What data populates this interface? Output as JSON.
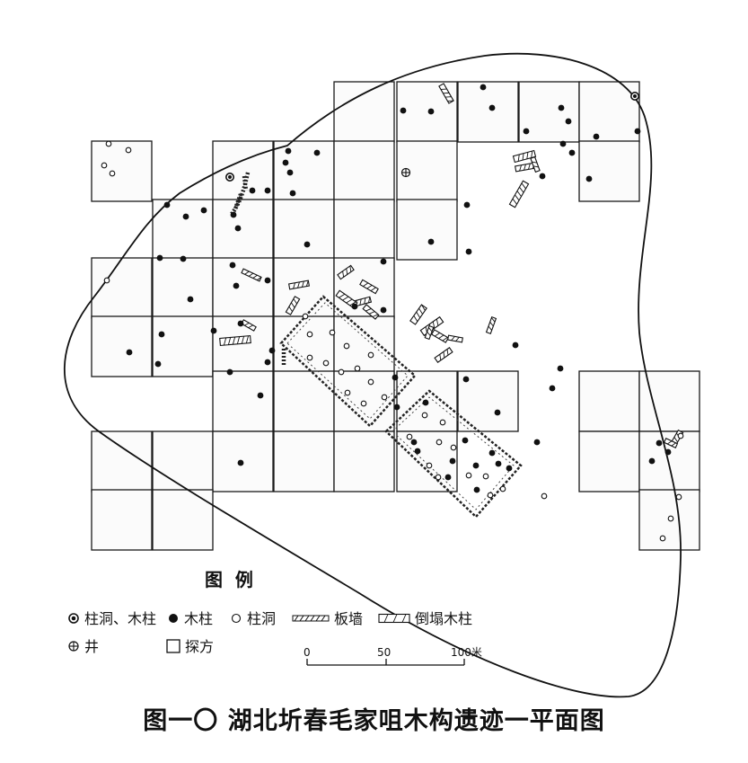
{
  "caption": "图一〇 湖北圻春毛家咀木构遗迹一平面图",
  "legend": {
    "title": "图  例",
    "items": [
      {
        "symbol": "post-hole-with-timber",
        "label": "柱洞、木柱"
      },
      {
        "symbol": "timber-post",
        "label": "木柱"
      },
      {
        "symbol": "post-hole",
        "label": "柱洞"
      },
      {
        "symbol": "plank-wall",
        "label": "板墙"
      },
      {
        "symbol": "collapsed-timber",
        "label": "倒塌木柱"
      },
      {
        "symbol": "well",
        "label": "井"
      },
      {
        "symbol": "excavation-square",
        "label": "探方"
      }
    ]
  },
  "scale_bar": {
    "ticks": [
      {
        "value": 0,
        "label": "0"
      },
      {
        "value": 50,
        "label": "50"
      },
      {
        "value": 100,
        "label": "100米"
      }
    ]
  }
}
